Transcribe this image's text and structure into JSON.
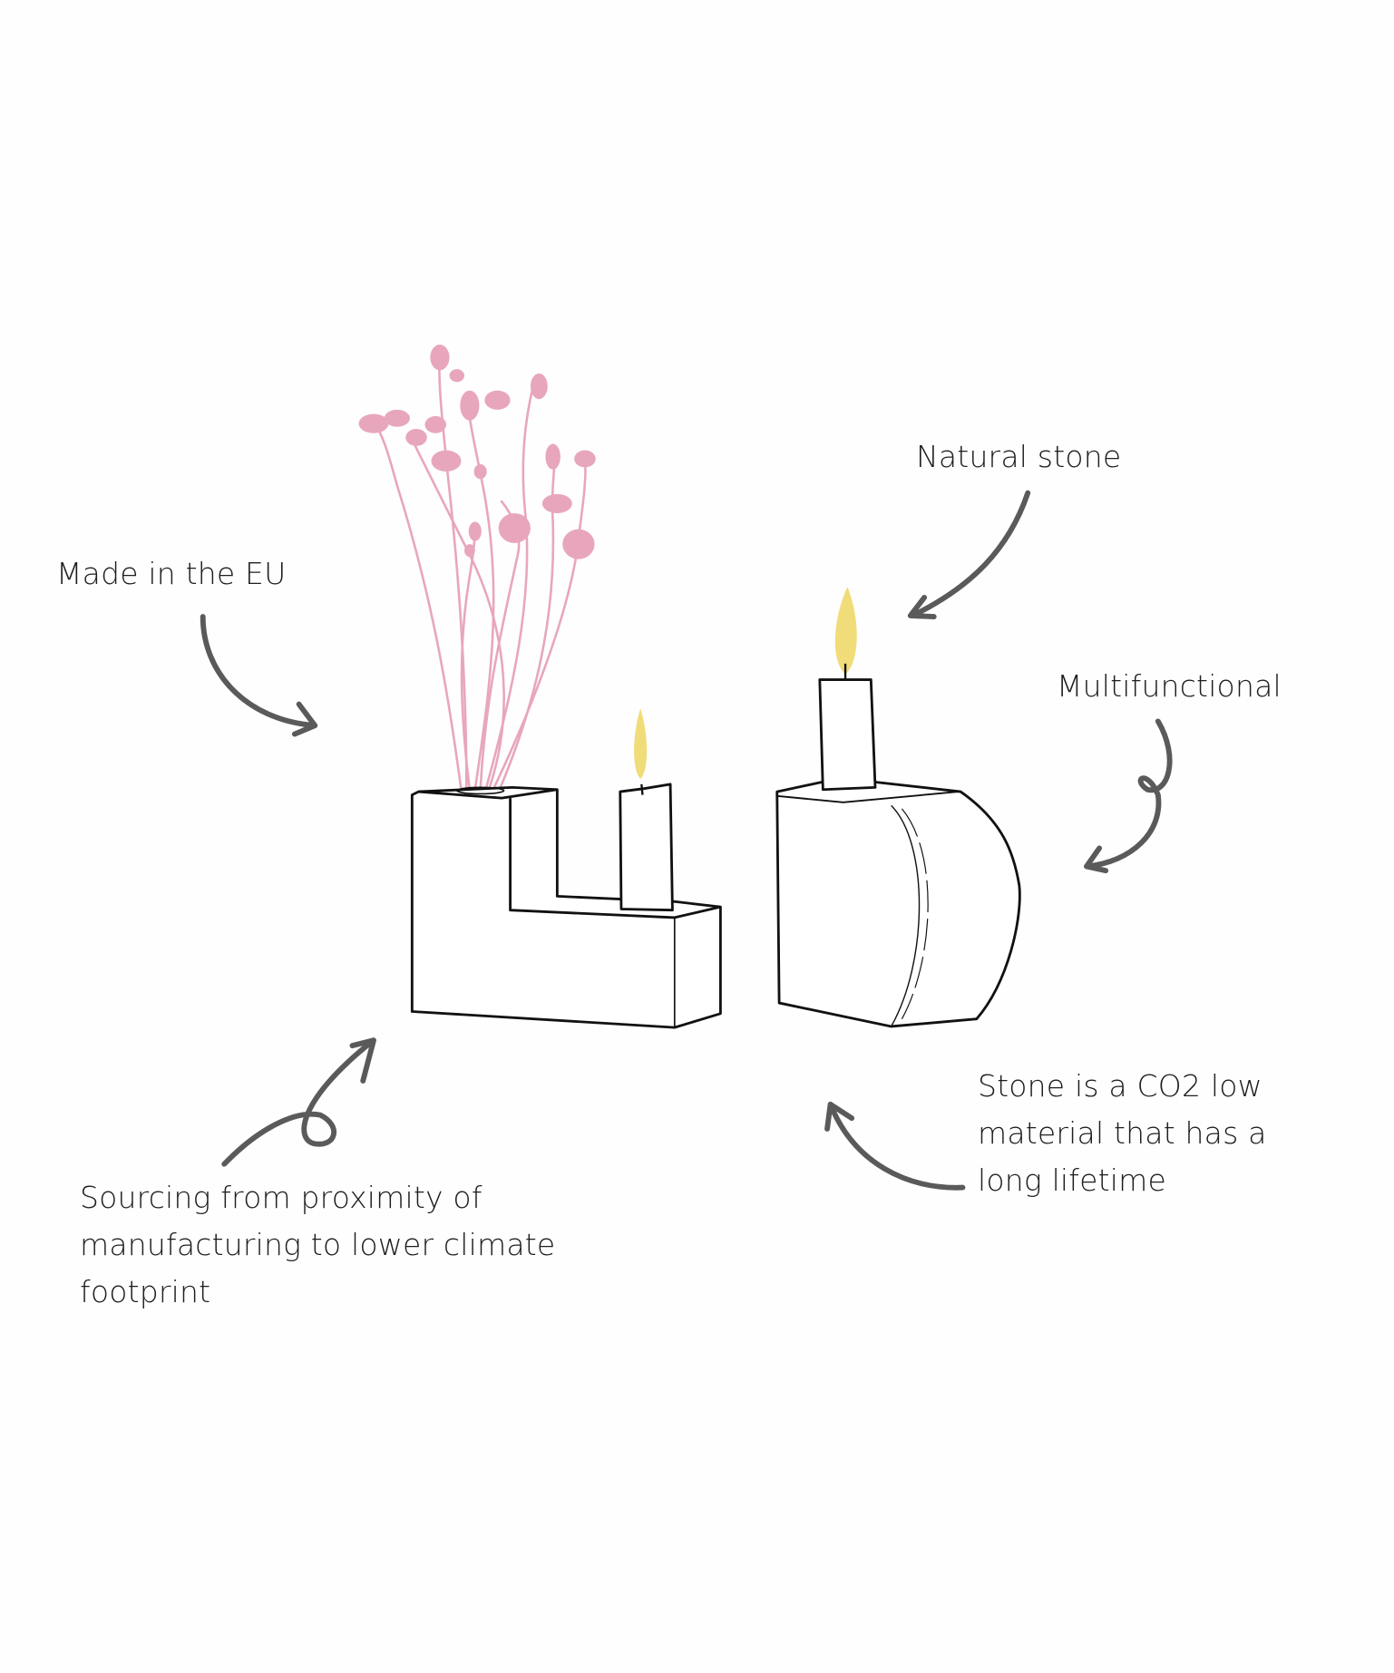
{
  "labels": {
    "natural_stone": "Natural stone",
    "made_in_eu": "Made in the EU",
    "multifunctional": "Multifunctional",
    "co2": [
      "Stone is a CO2 low",
      "material that has a",
      "long lifetime"
    ],
    "sourcing": [
      "Sourcing from proximity of",
      "manufacturing to lower climate",
      "footprint"
    ]
  },
  "colors": {
    "arrow": "#5a5a5a",
    "flower": "#e8a6bd",
    "flame": "#f1dc7a",
    "ink": "#111111"
  }
}
